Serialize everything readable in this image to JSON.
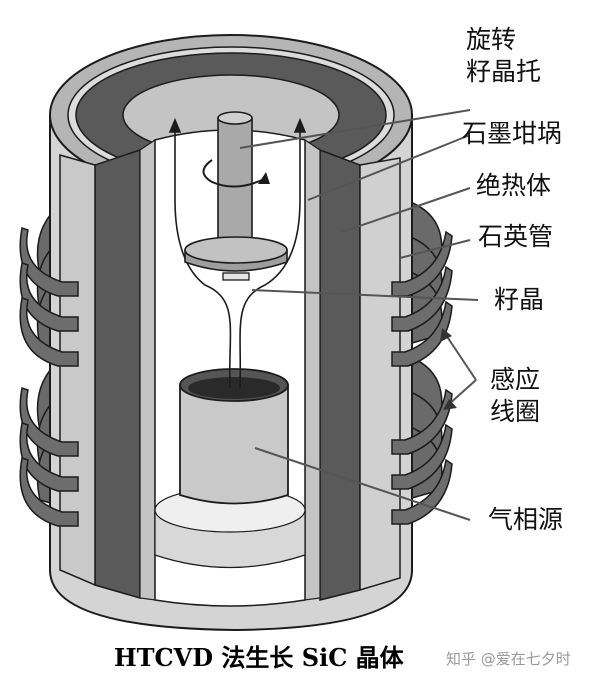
{
  "labels": {
    "rotating_seed_holder_line1": "旋转",
    "rotating_seed_holder_line2": "籽晶托",
    "graphite_crucible": "石墨坩埚",
    "insulation": "绝热体",
    "quartz_tube": "石英管",
    "seed_crystal": "籽晶",
    "induction_coil_line1": "感应",
    "induction_coil_line2": "线圈",
    "vapor_source": "气相源"
  },
  "caption": "HTCVD 法生长 SiC 晶体",
  "watermark": "知乎 @爱在七夕时",
  "colors": {
    "quartz": "#d4d4d4",
    "insulation": "#5a5a5a",
    "crucible": "#c4c4c4",
    "coil": "#6a6a6a",
    "outline": "#1c1c1c"
  }
}
